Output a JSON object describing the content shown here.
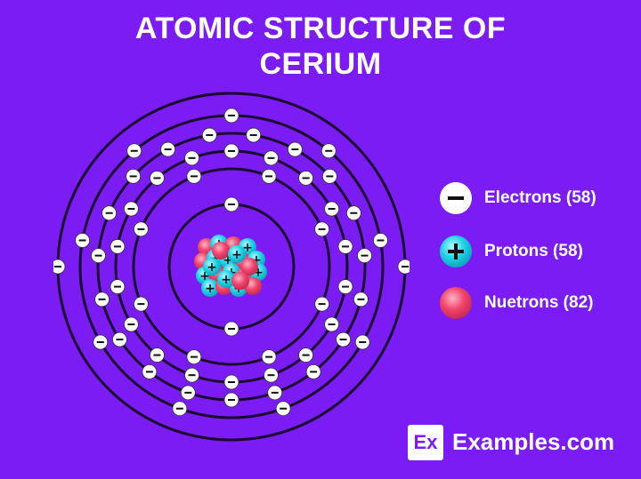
{
  "title": {
    "line1": "ATOMIC STRUCTURE OF",
    "line2": "CERIUM"
  },
  "legend": {
    "electrons": "Electrons (58)",
    "protons": "Protons (58)",
    "neutrons": "Nuetrons (82)"
  },
  "symbols": {
    "electron": "−",
    "proton": "+"
  },
  "shells": [
    2,
    8,
    18,
    19,
    9,
    2
  ],
  "brand": {
    "logo": "Ex",
    "name": "Examples.com"
  },
  "colors": {
    "background": "#7a1cf3",
    "electron": "#ffffff",
    "proton": "#1fd3e6",
    "neutron": "#f0446c",
    "orbit": "#1a0a2e"
  }
}
